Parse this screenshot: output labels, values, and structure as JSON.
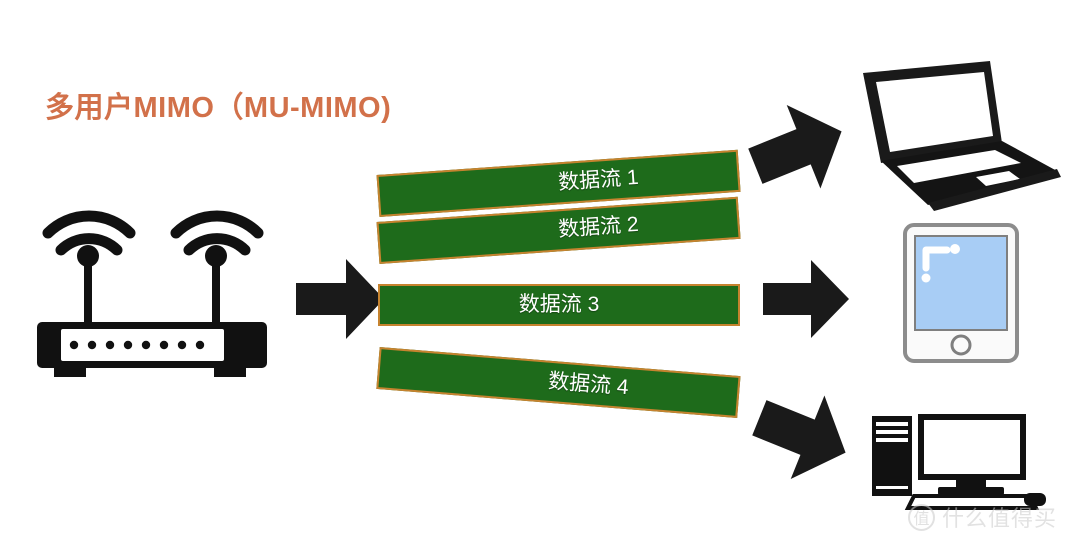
{
  "diagram": {
    "title": "多用户MIMO（MU-MIMO)",
    "background_color": "#ffffff",
    "title_color": "#d2714a",
    "stream_fill_color": "#1e6b1b",
    "stream_border_color": "#c6832f",
    "stream_label_color": "#ffffff",
    "arrow_color": "#1a1a1a"
  },
  "source": {
    "name": "router",
    "icon": "wifi-router-icon",
    "antenna_count": 2,
    "led_count": 8
  },
  "streams": [
    {
      "label": "数据流 1",
      "index": 1,
      "direction": "up",
      "target": "laptop"
    },
    {
      "label": "数据流 2",
      "index": 2,
      "direction": "up",
      "target": "laptop"
    },
    {
      "label": "数据流 3",
      "index": 3,
      "direction": "level",
      "target": "tablet"
    },
    {
      "label": "数据流 4",
      "index": 4,
      "direction": "down",
      "target": "desktop"
    }
  ],
  "arrows": [
    {
      "name": "arrow-router-out",
      "icon": "arrow-right-icon",
      "rotation": 0
    },
    {
      "name": "arrow-to-laptop",
      "icon": "arrow-right-icon",
      "rotation": -22
    },
    {
      "name": "arrow-to-tablet",
      "icon": "arrow-right-icon",
      "rotation": 0
    },
    {
      "name": "arrow-to-desktop",
      "icon": "arrow-right-icon",
      "rotation": 22
    }
  ],
  "devices": [
    {
      "name": "laptop",
      "icon": "laptop-icon",
      "screen_color": "#ffffff",
      "body_color": "#141414"
    },
    {
      "name": "tablet",
      "icon": "tablet-icon",
      "screen_color": "#a8cdf5",
      "body_color": "#f7f7f7",
      "frame_color": "#8c8c8c"
    },
    {
      "name": "desktop",
      "icon": "desktop-computer-icon",
      "screen_color": "#ffffff",
      "body_color": "#111111"
    }
  ],
  "watermark": {
    "badge": "值",
    "text": "什么值得买",
    "color": "#cccccc"
  }
}
